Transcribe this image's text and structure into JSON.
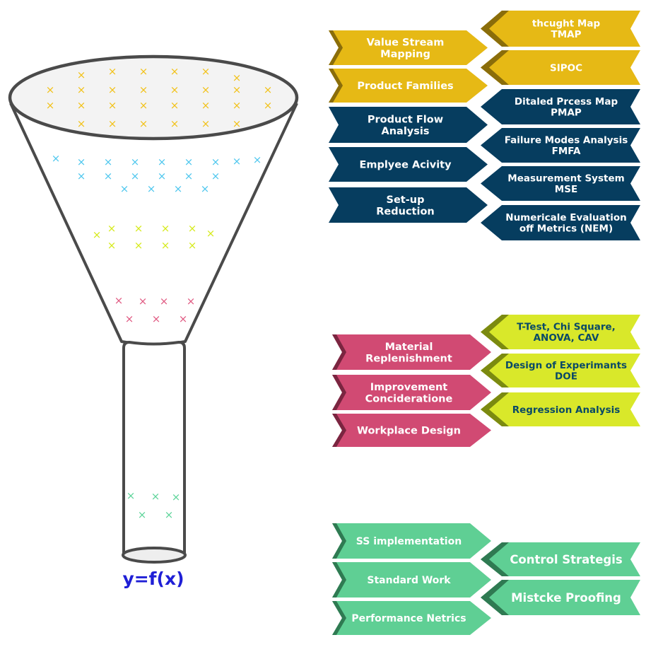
{
  "colors": {
    "yellow": "#e6b915",
    "yellow_dark": "#8a6d0a",
    "navy": "#063d5f",
    "pink": "#d14a73",
    "pink_dark": "#7a2540",
    "lime": "#d9e82a",
    "lime_dark": "#7b8a10",
    "green": "#5fcf94",
    "green_dark": "#2f7a52",
    "funnel_stroke": "#4a4a4a",
    "funnel_fill": "#f3f3f3",
    "x_yellow": "#f2c21a",
    "x_cyan": "#4fc7ee",
    "x_lime": "#d6ea1c",
    "x_pink": "#e05a82",
    "x_green": "#5ed49a",
    "formula": "#1f1fd6"
  },
  "funnel": {
    "formula": "y=f(x)"
  },
  "groups": {
    "define_measure_left": [
      {
        "lines": [
          "Value  Stream",
          "Mapping"
        ],
        "color": "yellow"
      },
      {
        "lines": [
          "Product Families"
        ],
        "color": "yellow"
      },
      {
        "lines": [
          "Product Flow",
          "Analysis"
        ],
        "color": "navy"
      },
      {
        "lines": [
          "Emplyee Acivity"
        ],
        "color": "navy"
      },
      {
        "lines": [
          "Set-up",
          "Reduction"
        ],
        "color": "navy"
      }
    ],
    "define_measure_right": [
      {
        "lines": [
          "thcught Map",
          "TMAP"
        ],
        "color": "yellow"
      },
      {
        "lines": [
          "SIPOC"
        ],
        "color": "yellow"
      },
      {
        "lines": [
          "Ditaled Prcess Map",
          "PMAP"
        ],
        "color": "navy"
      },
      {
        "lines": [
          "Failure Modes Analysis",
          "FMFA"
        ],
        "color": "navy"
      },
      {
        "lines": [
          "Measurement System",
          "MSE"
        ],
        "color": "navy"
      },
      {
        "lines": [
          "Numericale Evaluation",
          "off Metrics (NEM)"
        ],
        "color": "navy"
      }
    ],
    "analyze_left": [
      {
        "lines": [
          "Material",
          "Replenishment"
        ],
        "color": "pink"
      },
      {
        "lines": [
          "Improvement",
          "Concideratione"
        ],
        "color": "pink"
      },
      {
        "lines": [
          "Workplace Design"
        ],
        "color": "pink"
      }
    ],
    "analyze_right": [
      {
        "lines": [
          "T-Test, Chi Square,",
          "ANOVA, CAV"
        ],
        "color": "lime"
      },
      {
        "lines": [
          "Design of Experimants",
          "DOE"
        ],
        "color": "lime"
      },
      {
        "lines": [
          "Regression Analysis"
        ],
        "color": "lime"
      }
    ],
    "control_left": [
      {
        "lines": [
          "SS implementation"
        ],
        "color": "green"
      },
      {
        "lines": [
          "Standard Work"
        ],
        "color": "green"
      },
      {
        "lines": [
          "Performance Netrics"
        ],
        "color": "green"
      }
    ],
    "control_right": [
      {
        "lines": [
          "Control Strategis"
        ],
        "color": "green"
      },
      {
        "lines": [
          "Mistcke Proofing"
        ],
        "color": "green"
      }
    ]
  }
}
